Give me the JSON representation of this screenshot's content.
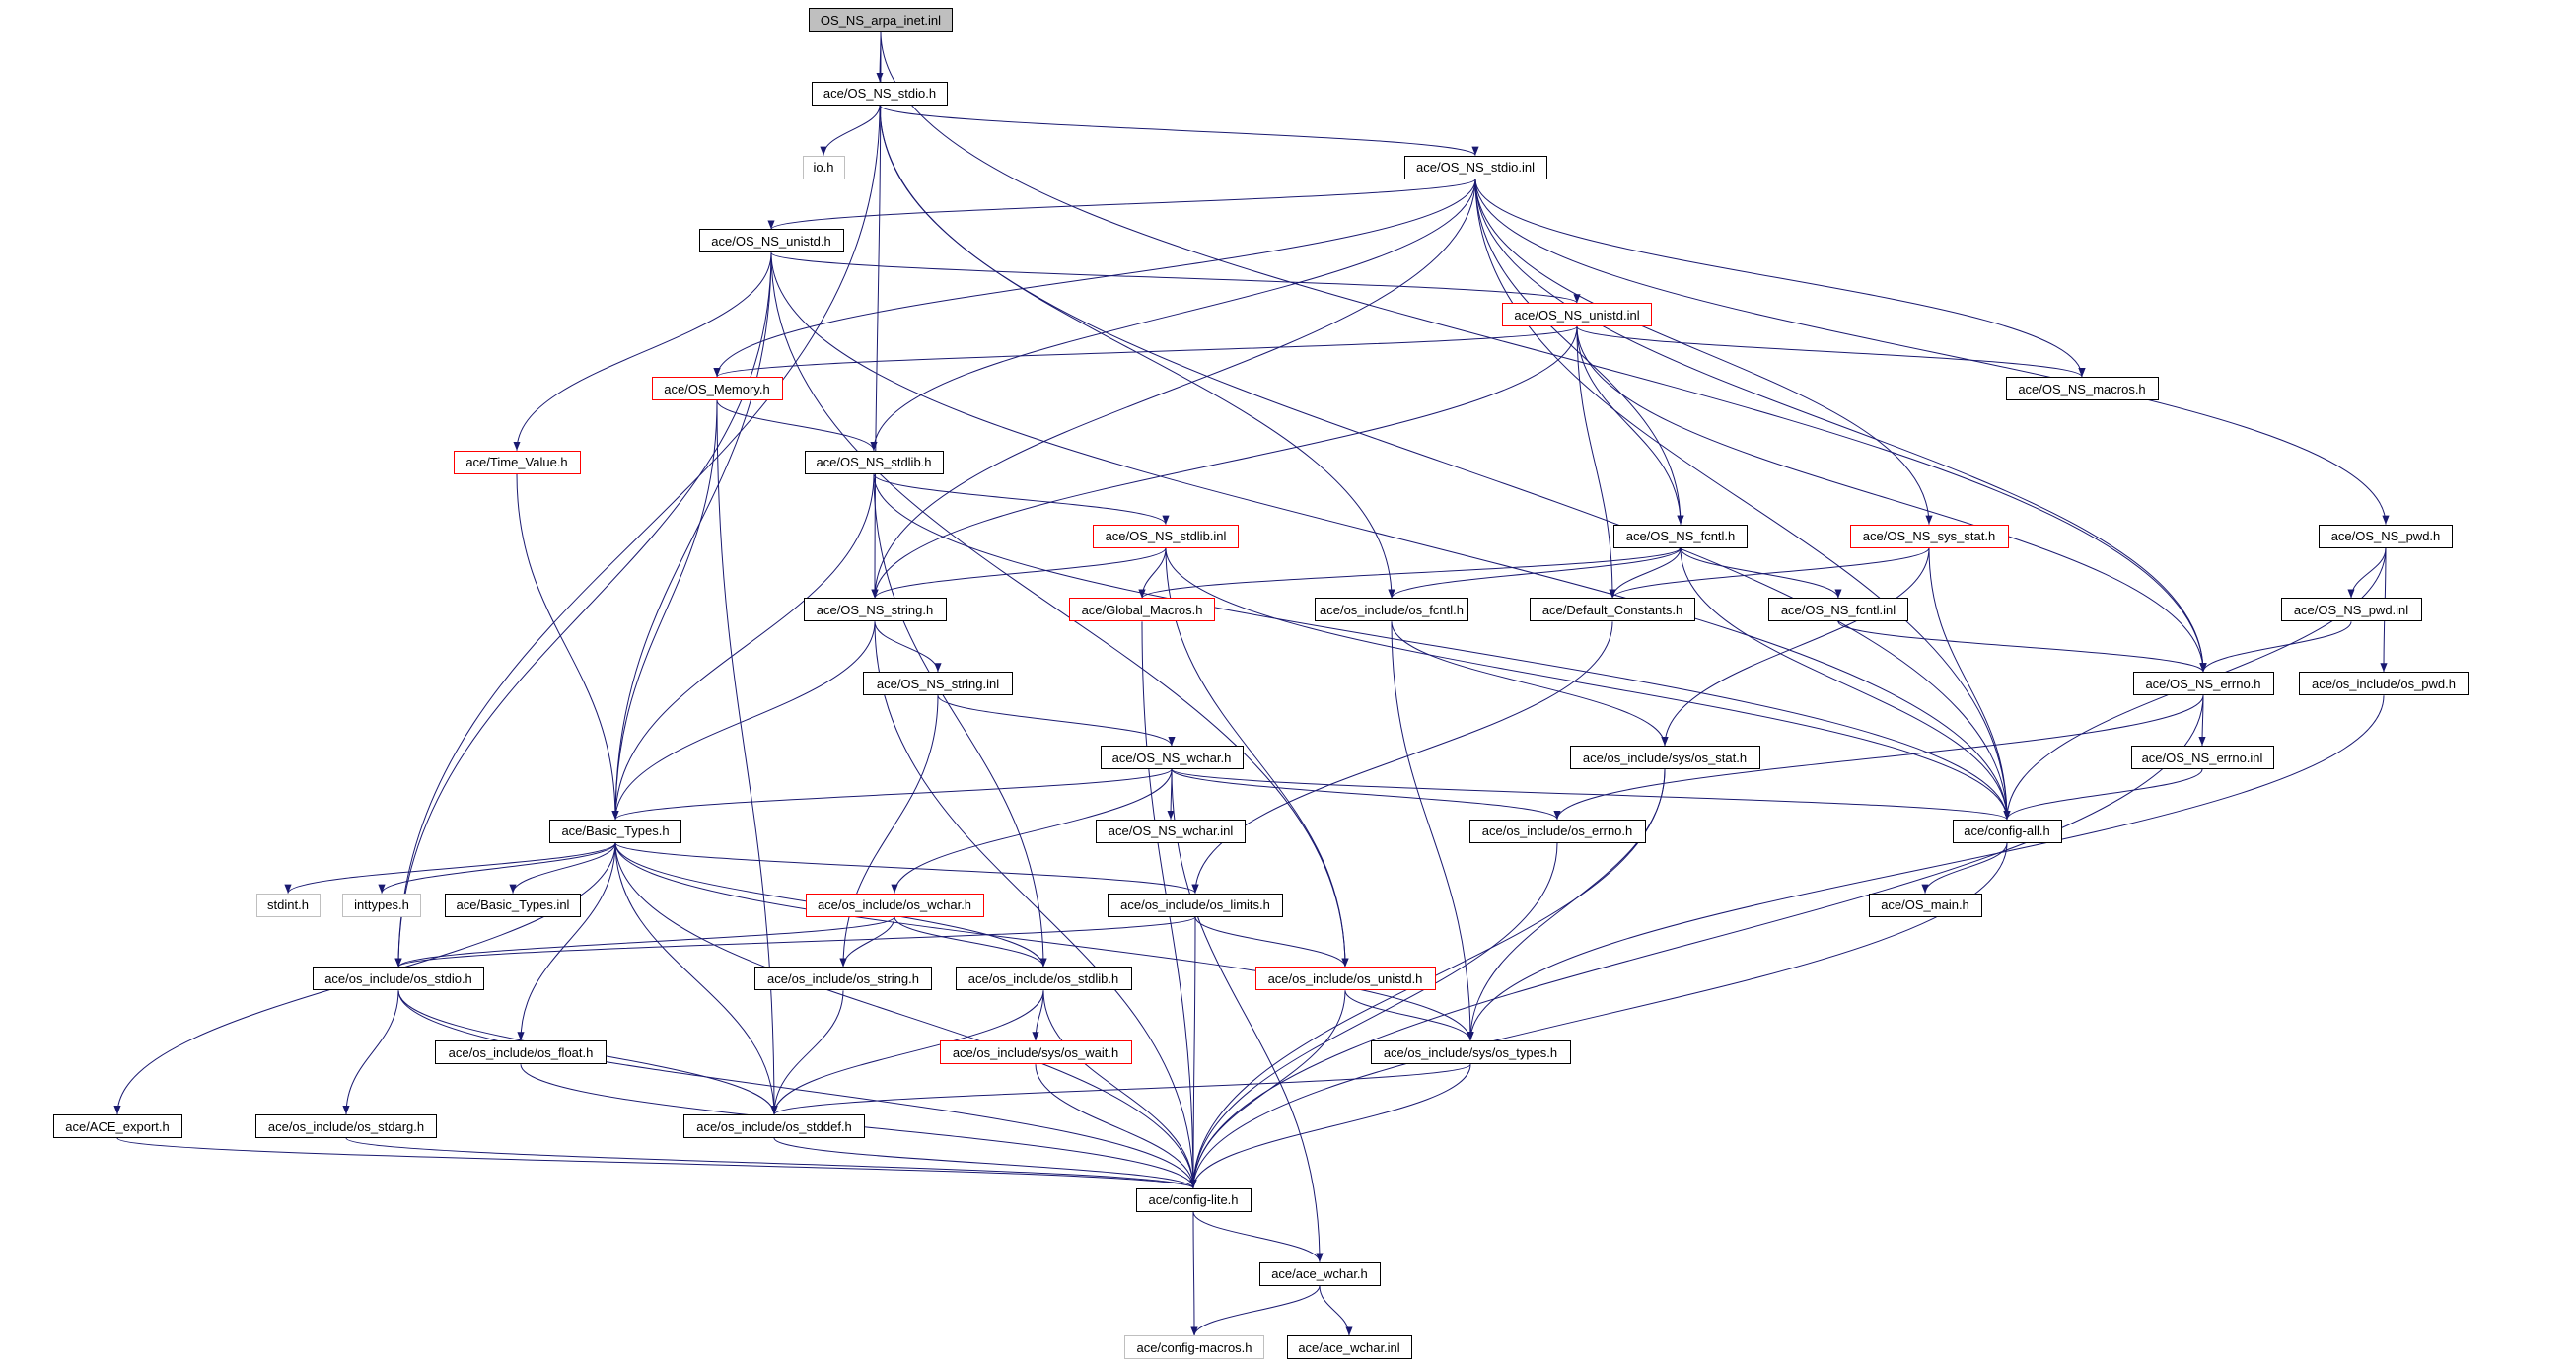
{
  "colors": {
    "edge": "#191970",
    "default_border": "#000000",
    "truncated_border": "#ff0000",
    "external_border": "#bfbfbf",
    "root_fill": "#bfbfbf"
  },
  "nodes": {
    "arpa": {
      "label": "OS_NS_arpa_inet.inl",
      "kind": "root"
    },
    "stdio_h": {
      "label": "ace/OS_NS_stdio.h",
      "kind": "normal"
    },
    "io_h": {
      "label": "io.h",
      "kind": "gray"
    },
    "stdio_inl": {
      "label": "ace/OS_NS_stdio.inl",
      "kind": "normal"
    },
    "unistd_h": {
      "label": "ace/OS_NS_unistd.h",
      "kind": "normal"
    },
    "unistd_inl": {
      "label": "ace/OS_NS_unistd.inl",
      "kind": "red"
    },
    "memory_h": {
      "label": "ace/OS_Memory.h",
      "kind": "red"
    },
    "macros_h": {
      "label": "ace/OS_NS_macros.h",
      "kind": "normal"
    },
    "time_value": {
      "label": "ace/Time_Value.h",
      "kind": "red"
    },
    "stdlib_h": {
      "label": "ace/OS_NS_stdlib.h",
      "kind": "normal"
    },
    "stdlib_inl": {
      "label": "ace/OS_NS_stdlib.inl",
      "kind": "red"
    },
    "fcntl_h": {
      "label": "ace/OS_NS_fcntl.h",
      "kind": "normal"
    },
    "sys_stat_h": {
      "label": "ace/OS_NS_sys_stat.h",
      "kind": "red"
    },
    "pwd_h": {
      "label": "ace/OS_NS_pwd.h",
      "kind": "normal"
    },
    "string_h": {
      "label": "ace/OS_NS_string.h",
      "kind": "normal"
    },
    "global_macros": {
      "label": "ace/Global_Macros.h",
      "kind": "red"
    },
    "os_fcntl": {
      "label": "ace/os_include/os_fcntl.h",
      "kind": "normal"
    },
    "default_constants": {
      "label": "ace/Default_Constants.h",
      "kind": "normal"
    },
    "fcntl_inl": {
      "label": "ace/OS_NS_fcntl.inl",
      "kind": "normal"
    },
    "pwd_inl": {
      "label": "ace/OS_NS_pwd.inl",
      "kind": "normal"
    },
    "string_inl": {
      "label": "ace/OS_NS_string.inl",
      "kind": "normal"
    },
    "errno_h": {
      "label": "ace/OS_NS_errno.h",
      "kind": "normal"
    },
    "os_pwd": {
      "label": "ace/os_include/os_pwd.h",
      "kind": "normal"
    },
    "wchar_h": {
      "label": "ace/OS_NS_wchar.h",
      "kind": "normal"
    },
    "os_stat": {
      "label": "ace/os_include/sys/os_stat.h",
      "kind": "normal"
    },
    "errno_inl": {
      "label": "ace/OS_NS_errno.inl",
      "kind": "normal"
    },
    "basic_types": {
      "label": "ace/Basic_Types.h",
      "kind": "normal"
    },
    "wchar_inl": {
      "label": "ace/OS_NS_wchar.inl",
      "kind": "normal"
    },
    "os_errno": {
      "label": "ace/os_include/os_errno.h",
      "kind": "normal"
    },
    "config_all": {
      "label": "ace/config-all.h",
      "kind": "normal"
    },
    "stdint": {
      "label": "stdint.h",
      "kind": "gray"
    },
    "inttypes": {
      "label": "inttypes.h",
      "kind": "gray"
    },
    "basic_types_inl": {
      "label": "ace/Basic_Types.inl",
      "kind": "normal"
    },
    "os_wchar": {
      "label": "ace/os_include/os_wchar.h",
      "kind": "red"
    },
    "os_limits": {
      "label": "ace/os_include/os_limits.h",
      "kind": "normal"
    },
    "os_main": {
      "label": "ace/OS_main.h",
      "kind": "normal"
    },
    "os_stdio": {
      "label": "ace/os_include/os_stdio.h",
      "kind": "normal"
    },
    "os_string": {
      "label": "ace/os_include/os_string.h",
      "kind": "normal"
    },
    "os_stdlib": {
      "label": "ace/os_include/os_stdlib.h",
      "kind": "normal"
    },
    "os_unistd": {
      "label": "ace/os_include/os_unistd.h",
      "kind": "red"
    },
    "os_float": {
      "label": "ace/os_include/os_float.h",
      "kind": "normal"
    },
    "os_wait": {
      "label": "ace/os_include/sys/os_wait.h",
      "kind": "red"
    },
    "os_types": {
      "label": "ace/os_include/sys/os_types.h",
      "kind": "normal"
    },
    "ace_export": {
      "label": "ace/ACE_export.h",
      "kind": "normal"
    },
    "os_stdarg": {
      "label": "ace/os_include/os_stdarg.h",
      "kind": "normal"
    },
    "os_stddef": {
      "label": "ace/os_include/os_stddef.h",
      "kind": "normal"
    },
    "config_lite": {
      "label": "ace/config-lite.h",
      "kind": "normal"
    },
    "ace_wchar": {
      "label": "ace/ace_wchar.h",
      "kind": "normal"
    },
    "config_macros": {
      "label": "ace/config-macros.h",
      "kind": "gray"
    },
    "ace_wchar_inl": {
      "label": "ace/ace_wchar.inl",
      "kind": "normal"
    }
  },
  "edges": [
    [
      "arpa",
      "stdio_h"
    ],
    [
      "arpa",
      "string_h"
    ],
    [
      "arpa",
      "errno_h"
    ],
    [
      "stdio_h",
      "io_h"
    ],
    [
      "stdio_h",
      "stdio_inl"
    ],
    [
      "stdio_h",
      "os_fcntl"
    ],
    [
      "stdio_h",
      "os_stdio"
    ],
    [
      "stdio_h",
      "config_all"
    ],
    [
      "stdio_inl",
      "unistd_h"
    ],
    [
      "stdio_inl",
      "memory_h"
    ],
    [
      "stdio_inl",
      "stdlib_h"
    ],
    [
      "stdio_inl",
      "string_h"
    ],
    [
      "stdio_inl",
      "fcntl_h"
    ],
    [
      "stdio_inl",
      "sys_stat_h"
    ],
    [
      "stdio_inl",
      "macros_h"
    ],
    [
      "stdio_inl",
      "errno_h"
    ],
    [
      "stdio_inl",
      "pwd_h"
    ],
    [
      "stdio_inl",
      "config_all"
    ],
    [
      "unistd_h",
      "unistd_inl"
    ],
    [
      "unistd_h",
      "time_value"
    ],
    [
      "unistd_h",
      "basic_types"
    ],
    [
      "unistd_h",
      "os_stdio"
    ],
    [
      "unistd_h",
      "config_all"
    ],
    [
      "unistd_h",
      "os_unistd"
    ],
    [
      "unistd_inl",
      "memory_h"
    ],
    [
      "unistd_inl",
      "string_h"
    ],
    [
      "unistd_inl",
      "macros_h"
    ],
    [
      "unistd_inl",
      "fcntl_h"
    ],
    [
      "unistd_inl",
      "default_constants"
    ],
    [
      "unistd_inl",
      "errno_h"
    ],
    [
      "memory_h",
      "stdlib_h"
    ],
    [
      "memory_h",
      "basic_types"
    ],
    [
      "memory_h",
      "os_stddef"
    ],
    [
      "time_value",
      "basic_types"
    ],
    [
      "stdlib_h",
      "stdlib_inl"
    ],
    [
      "stdlib_h",
      "basic_types"
    ],
    [
      "stdlib_h",
      "os_stdlib"
    ],
    [
      "stdlib_h",
      "config_all"
    ],
    [
      "stdlib_inl",
      "string_h"
    ],
    [
      "stdlib_inl",
      "global_macros"
    ],
    [
      "stdlib_inl",
      "os_unistd"
    ],
    [
      "stdlib_inl",
      "config_all"
    ],
    [
      "fcntl_h",
      "global_macros"
    ],
    [
      "fcntl_h",
      "os_fcntl"
    ],
    [
      "fcntl_h",
      "default_constants"
    ],
    [
      "fcntl_h",
      "fcntl_inl"
    ],
    [
      "fcntl_h",
      "config_all"
    ],
    [
      "sys_stat_h",
      "default_constants"
    ],
    [
      "sys_stat_h",
      "os_stat"
    ],
    [
      "sys_stat_h",
      "config_all"
    ],
    [
      "pwd_h",
      "pwd_inl"
    ],
    [
      "pwd_h",
      "os_pwd"
    ],
    [
      "pwd_h",
      "config_all"
    ],
    [
      "string_h",
      "string_inl"
    ],
    [
      "string_h",
      "basic_types"
    ],
    [
      "string_h",
      "config_lite"
    ],
    [
      "global_macros",
      "config_lite"
    ],
    [
      "os_fcntl",
      "os_stat"
    ],
    [
      "os_fcntl",
      "os_types"
    ],
    [
      "default_constants",
      "os_limits"
    ],
    [
      "fcntl_inl",
      "errno_h"
    ],
    [
      "pwd_inl",
      "errno_h"
    ],
    [
      "string_inl",
      "wchar_h"
    ],
    [
      "string_inl",
      "os_string"
    ],
    [
      "errno_h",
      "errno_inl"
    ],
    [
      "errno_h",
      "os_errno"
    ],
    [
      "errno_h",
      "config_lite"
    ],
    [
      "os_pwd",
      "os_types"
    ],
    [
      "wchar_h",
      "basic_types"
    ],
    [
      "wchar_h",
      "wchar_inl"
    ],
    [
      "wchar_h",
      "os_errno"
    ],
    [
      "wchar_h",
      "config_all"
    ],
    [
      "wchar_h",
      "os_wchar"
    ],
    [
      "wchar_h",
      "ace_wchar"
    ],
    [
      "os_stat",
      "os_types"
    ],
    [
      "os_stat",
      "config_lite"
    ],
    [
      "errno_inl",
      "config_all"
    ],
    [
      "basic_types",
      "stdint"
    ],
    [
      "basic_types",
      "inttypes"
    ],
    [
      "basic_types",
      "basic_types_inl"
    ],
    [
      "basic_types",
      "os_limits"
    ],
    [
      "basic_types",
      "ace_export"
    ],
    [
      "basic_types",
      "os_float"
    ],
    [
      "basic_types",
      "os_stddef"
    ],
    [
      "basic_types",
      "os_stdlib"
    ],
    [
      "basic_types",
      "os_types"
    ],
    [
      "basic_types",
      "config_lite"
    ],
    [
      "os_errno",
      "config_lite"
    ],
    [
      "config_all",
      "os_main"
    ],
    [
      "config_all",
      "config_lite"
    ],
    [
      "os_wchar",
      "os_stdio"
    ],
    [
      "os_wchar",
      "os_string"
    ],
    [
      "os_wchar",
      "os_stdlib"
    ],
    [
      "os_limits",
      "os_stdio"
    ],
    [
      "os_limits",
      "os_unistd"
    ],
    [
      "os_limits",
      "config_lite"
    ],
    [
      "os_stdio",
      "os_stdarg"
    ],
    [
      "os_stdio",
      "os_stddef"
    ],
    [
      "os_stdio",
      "config_lite"
    ],
    [
      "os_string",
      "os_stddef"
    ],
    [
      "os_stdlib",
      "os_wait"
    ],
    [
      "os_stdlib",
      "os_stddef"
    ],
    [
      "os_stdlib",
      "config_lite"
    ],
    [
      "os_unistd",
      "os_types"
    ],
    [
      "os_unistd",
      "config_lite"
    ],
    [
      "os_float",
      "config_lite"
    ],
    [
      "os_wait",
      "config_lite"
    ],
    [
      "os_types",
      "os_stddef"
    ],
    [
      "os_types",
      "config_lite"
    ],
    [
      "ace_export",
      "config_lite"
    ],
    [
      "os_stdarg",
      "config_lite"
    ],
    [
      "os_stddef",
      "config_lite"
    ],
    [
      "config_lite",
      "ace_wchar"
    ],
    [
      "config_lite",
      "config_macros"
    ],
    [
      "ace_wchar",
      "config_macros"
    ],
    [
      "ace_wchar",
      "ace_wchar_inl"
    ]
  ]
}
